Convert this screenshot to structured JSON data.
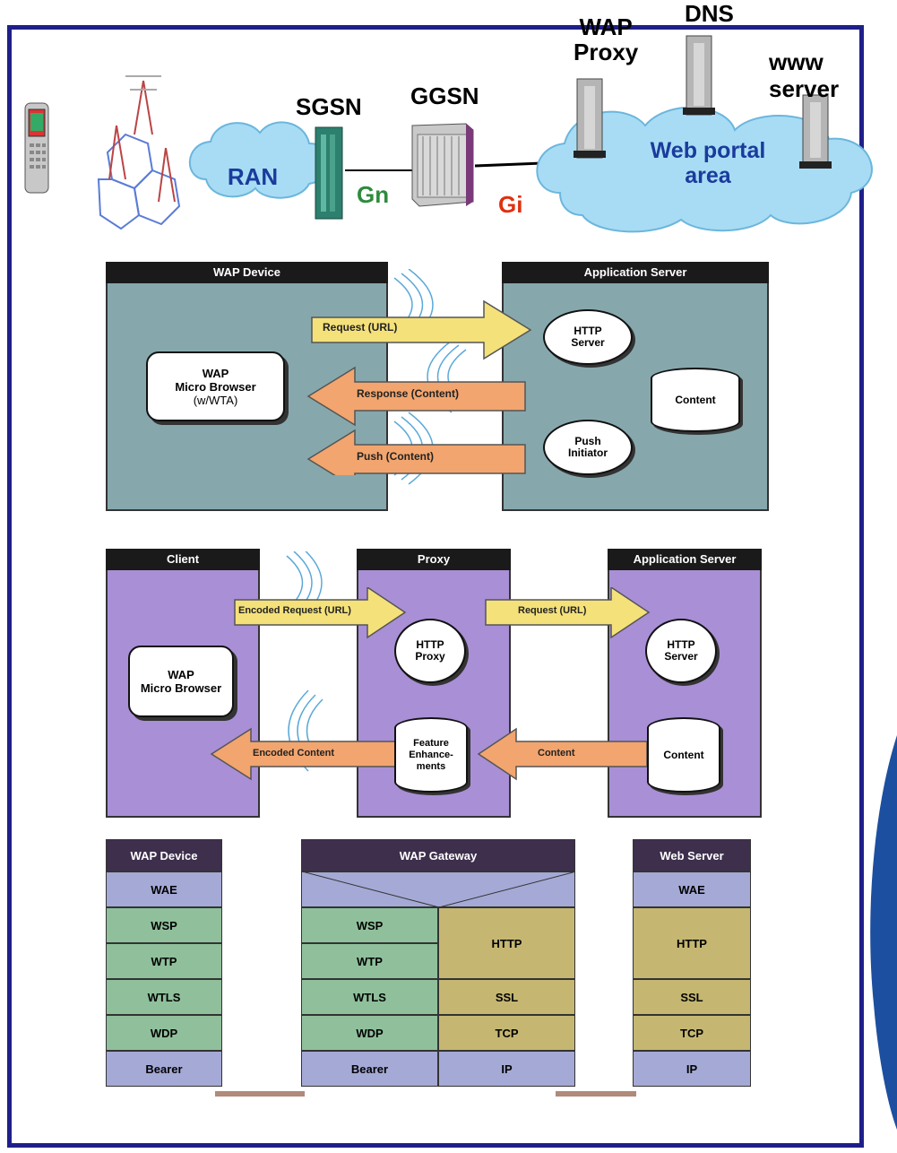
{
  "network": {
    "ran_label": "RAN",
    "sgsn_label": "SGSN",
    "ggsn_label": "GGSN",
    "gn_label": "Gn",
    "gi_label": "Gi",
    "wap_proxy_label": "WAP\nProxy",
    "dns_label": "DNS",
    "www_server_label": "www\nserver",
    "web_portal_label": "Web portal\narea",
    "colors": {
      "gn": "#2e8b3d",
      "gi": "#e03010",
      "cloud_text": "#1a3b9c",
      "frame": "#1f1f8a"
    }
  },
  "push_diagram": {
    "device_header": "WAP Device",
    "server_header": "Application Server",
    "browser_line1": "WAP",
    "browser_line2": "Micro Browser",
    "browser_line3": "(w/WTA)",
    "request_label": "Request (URL)",
    "response_label": "Response (Content)",
    "push_label": "Push (Content)",
    "http_server_label": "HTTP\nServer",
    "content_label": "Content",
    "push_initiator_label": "Push\nInitiator"
  },
  "proxy_diagram": {
    "client_header": "Client",
    "proxy_header": "Proxy",
    "server_header": "Application Server",
    "browser_line1": "WAP",
    "browser_line2": "Micro Browser",
    "encoded_request_label": "Encoded Request (URL)",
    "request_label": "Request (URL)",
    "http_proxy_label": "HTTP\nProxy",
    "http_server_label": "HTTP\nServer",
    "feature_label": "Feature\nEnhance-\nments",
    "content_label": "Content",
    "content_arrow_label": "Content",
    "encoded_content_label": "Encoded Content"
  },
  "stack_diagram": {
    "device_header": "WAP Device",
    "gateway_header": "WAP Gateway",
    "web_header": "Web Server",
    "device_layers": [
      "WAE",
      "WSP",
      "WTP",
      "WTLS",
      "WDP",
      "Bearer"
    ],
    "gateway_left_layers": [
      "WSP",
      "WTP",
      "WTLS",
      "WDP",
      "Bearer"
    ],
    "gateway_right": {
      "http": "HTTP",
      "ssl": "SSL",
      "tcp": "TCP",
      "ip": "IP"
    },
    "web_layers": {
      "wae": "WAE",
      "http": "HTTP",
      "ssl": "SSL",
      "tcp": "TCP",
      "ip": "IP"
    }
  }
}
